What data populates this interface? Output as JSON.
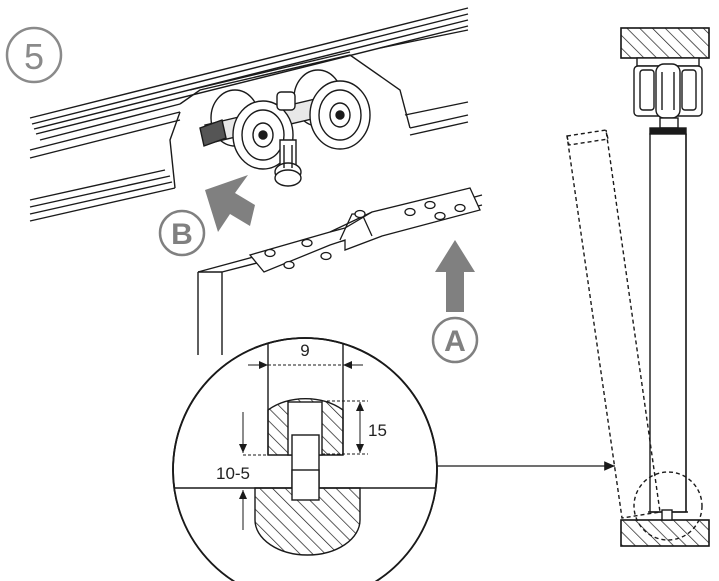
{
  "step": {
    "number": "5"
  },
  "markers": {
    "a": "A",
    "b": "B"
  },
  "dimensions": {
    "width": "9",
    "height": "15",
    "gap": "10-5"
  },
  "colors": {
    "line": "#1a1a1a",
    "arrow_fill": "#808080",
    "hatch": "#1a1a1a",
    "step_circle": "#8a8a8a"
  }
}
